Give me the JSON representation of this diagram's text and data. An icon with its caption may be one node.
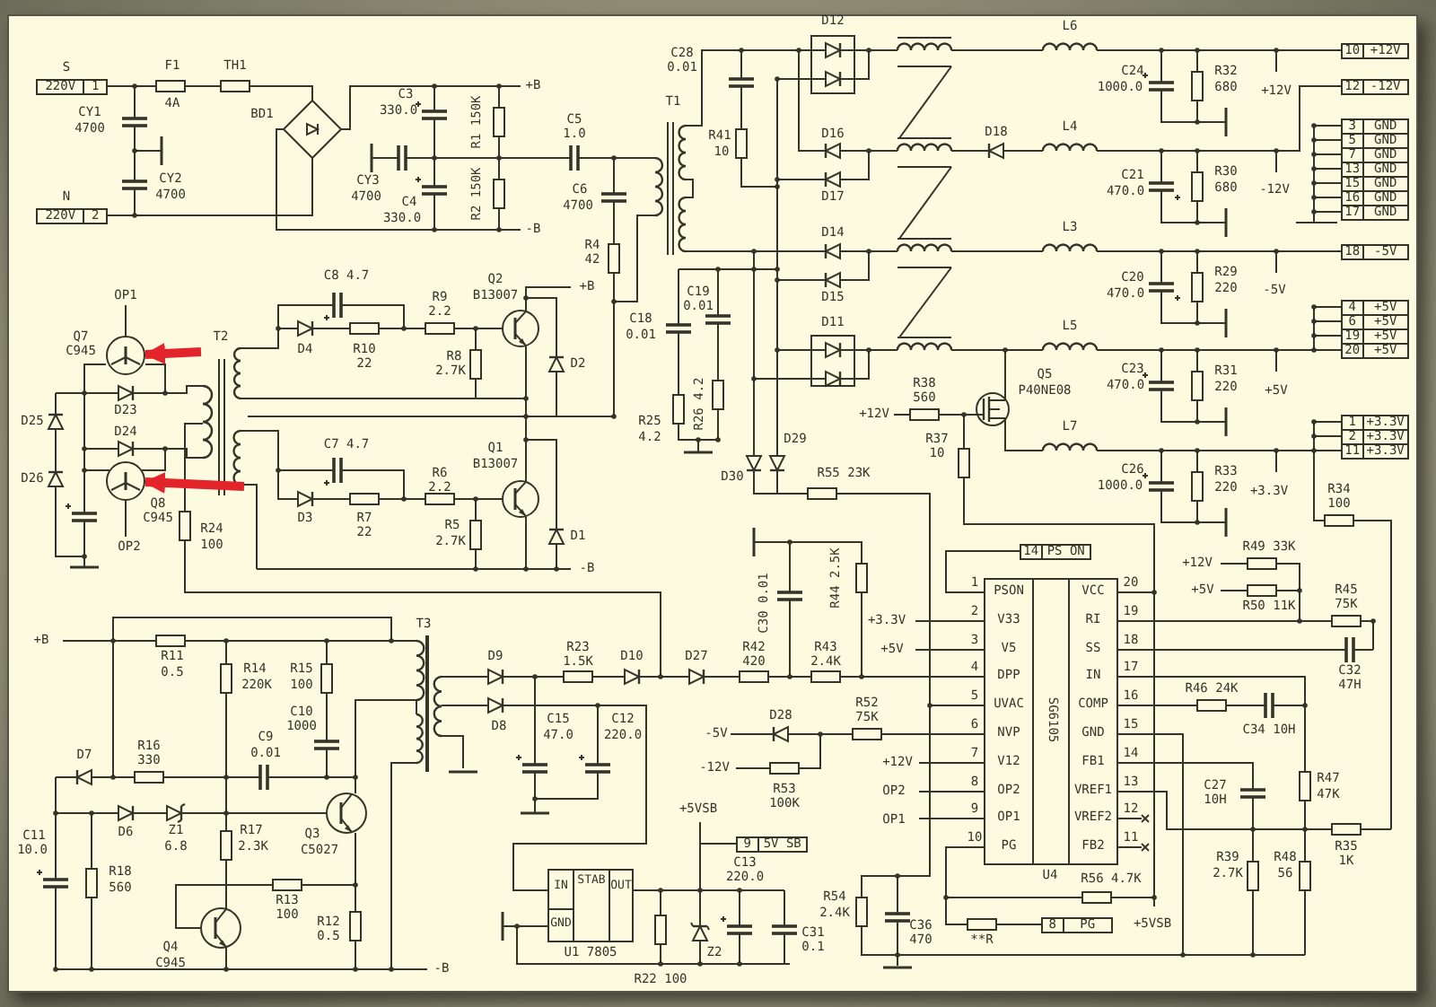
{
  "diagram": {
    "nodes": [
      {
        "text": [
          "220V",
          "1"
        ],
        "beside": [
          "S"
        ]
      },
      {
        "text": [
          "220V",
          "2"
        ],
        "beside": [
          "N"
        ]
      },
      {
        "text": [
          "10",
          "+12V"
        ]
      },
      {
        "text": [
          "12",
          "-12V"
        ]
      },
      {
        "text": [
          "3",
          "GND"
        ]
      },
      {
        "text": [
          "5",
          "GND"
        ]
      },
      {
        "text": [
          "7",
          "GND"
        ]
      },
      {
        "text": [
          "13",
          "GND"
        ]
      },
      {
        "text": [
          "15",
          "GND"
        ]
      },
      {
        "text": [
          "16",
          "GND"
        ]
      },
      {
        "text": [
          "17",
          "GND"
        ]
      },
      {
        "text": [
          "18",
          "-5V"
        ]
      },
      {
        "text": [
          "4",
          "+5V"
        ]
      },
      {
        "text": [
          "6",
          "+5V"
        ]
      },
      {
        "text": [
          "19",
          "+5V"
        ]
      },
      {
        "text": [
          "20",
          "+5V"
        ]
      },
      {
        "text": [
          "1",
          "+3.3V"
        ]
      },
      {
        "text": [
          "2",
          "+3.3V"
        ]
      },
      {
        "text": [
          "11",
          "+3.3V"
        ]
      },
      {
        "text": [
          "14",
          "PS ON"
        ]
      },
      {
        "text": [
          "PSON",
          "V33",
          "V5",
          "DPP",
          "UVAC",
          "NVP",
          "V12",
          "OP2",
          "OP1",
          "PG",
          "VCC",
          "RI",
          "SS",
          "IN",
          "COMP",
          "GND",
          "FB1",
          "VREF1",
          "VREF2",
          "FB2",
          "SG6105"
        ],
        "beside": [
          "1",
          "2",
          "3",
          "4",
          "5",
          "6",
          "7",
          "8",
          "9",
          "10",
          "20",
          "19",
          "18",
          "17",
          "16",
          "15",
          "14",
          "13",
          "12",
          "11",
          "U4"
        ]
      },
      {
        "text": [
          "9",
          "5V SB"
        ]
      },
      {
        "text": [
          "8",
          "PG"
        ]
      },
      {
        "text": [
          "IN",
          "STAB",
          "OUT",
          "GND"
        ],
        "beside": [
          "U1 7805"
        ]
      },
      {
        "text": [],
        "shape": "circle",
        "beside": [
          "Q7",
          "C945"
        ]
      },
      {
        "text": [],
        "shape": "circle",
        "beside": [
          "Q8",
          "C945"
        ]
      }
    ],
    "edges": [
      {
        "from": null,
        "to": 24,
        "arrow": "to",
        "style": "thick",
        "color": "#e3242b"
      },
      {
        "from": null,
        "to": 25,
        "arrow": "to",
        "style": "thick",
        "color": "#e3242b"
      },
      {
        "from": 23,
        "to": 21,
        "arrow": "none",
        "color": "#34342a"
      },
      {
        "from": 20,
        "to": 19,
        "arrow": "none",
        "color": "#34342a"
      }
    ],
    "labels": [
      "F1",
      "4A",
      "TH1",
      "CY1",
      "4700",
      "BD1",
      "CY2",
      "4700",
      "C3",
      "330.0",
      "CY3",
      "4700",
      "C4",
      "330.0",
      "R1 150K",
      "R2 150K",
      "+B",
      "-B",
      "C5",
      "1.0",
      "C6",
      "4700",
      "R4",
      "42",
      "C28",
      "0.01",
      "T1",
      "R41",
      "10",
      "D12",
      "L6",
      "C24",
      "1000.0",
      "R32",
      "680",
      "+12V",
      "D16",
      "D18",
      "L4",
      "C21",
      "470.0",
      "R30",
      "680",
      "-12V",
      "D17",
      "D14",
      "L3",
      "R29",
      "220",
      "C20",
      "470.0",
      "-5V",
      "D15",
      "D11",
      "L5",
      "C8 4.7",
      "R9",
      "2.2",
      "Q2",
      "B13007",
      "+B",
      "OP1",
      "C19",
      "0.01",
      "C18",
      "0.01",
      "T2",
      "D4",
      "R10",
      "22",
      "R8",
      "2.7K",
      "D2",
      "Q5",
      "P40NE08",
      "C23",
      "470.0",
      "R31",
      "220",
      "+5V",
      "D23",
      "D25",
      "R38",
      "560",
      "+12V",
      "L7",
      "R25",
      "4.2",
      "R26 4.2",
      "D24",
      "C7 4.7",
      "Q1",
      "B13007",
      "D29",
      "R37",
      "10",
      "C26",
      "1000.0",
      "R33",
      "220",
      "R55 23K",
      "D30",
      "R6",
      "2.2",
      "D26",
      "+3.3V",
      "R34",
      "100",
      "D3",
      "R7",
      "22",
      "R5",
      "2.7K",
      "D1",
      "R24",
      "100",
      "OP2",
      "-B",
      "R49 33K",
      "+12V",
      "C30 0.01",
      "R44 2.5K",
      "+5V",
      "R45",
      "75K",
      "R50 11K",
      "+3.3V",
      "T3",
      "+B",
      "+5V",
      "R42",
      "420",
      "R43",
      "2.4K",
      "R11",
      "0.5",
      "D9",
      "R23",
      "1.5K",
      "D10",
      "D27",
      "R14",
      "220K",
      "R15",
      "100",
      "C32",
      "47H",
      "R46 24K",
      "C10",
      "1000",
      "D28",
      "R52",
      "75K",
      "C15",
      "47.0",
      "C12",
      "220.0",
      "D8",
      "C34 10H",
      "-5V",
      "C9",
      "0.01",
      "R16",
      "330",
      "D7",
      "+12V",
      "-12V",
      "R47",
      "47K",
      "C27",
      "10H",
      "R53",
      "100K",
      "OP2",
      "+5VSB",
      "OP1",
      "D6",
      "Z1",
      "6.8",
      "R17",
      "2.3K",
      "Q3",
      "C5027",
      "C11",
      "10.0",
      "R35",
      "1K",
      "C13",
      "220.0",
      "R39",
      "2.7K",
      "R48",
      "56",
      "R18",
      "560",
      "R56 4.7K",
      "R54",
      "2.4K",
      "R13",
      "100",
      "R12",
      "0.5",
      "C36",
      "470",
      "+5VSB",
      "**R",
      "C31",
      "0.1",
      "Z2",
      "Q4",
      "C945",
      "-B",
      "R22 100"
    ]
  }
}
